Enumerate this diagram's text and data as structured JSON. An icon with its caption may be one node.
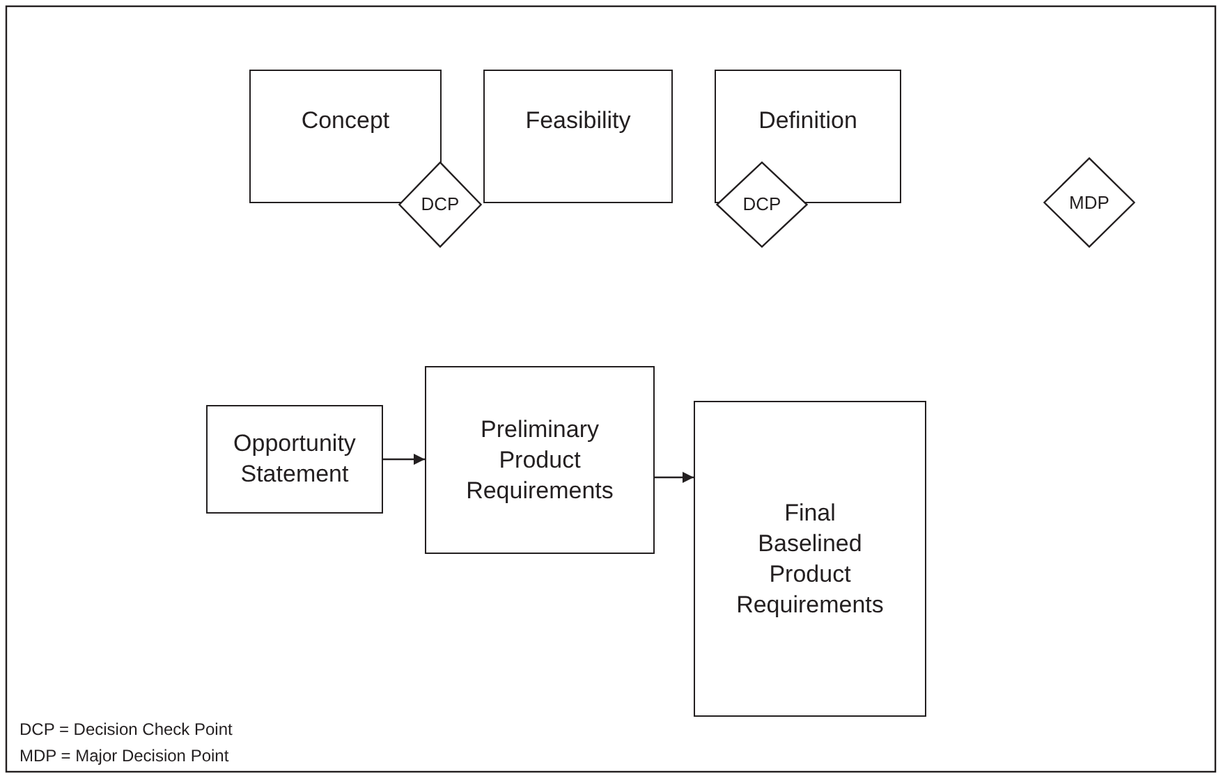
{
  "diagram": {
    "nodes": [
      {
        "text": [
          "Concept"
        ]
      },
      {
        "text": [
          "DCP"
        ]
      },
      {
        "text": [
          "Feasibility"
        ]
      },
      {
        "text": [
          "DCP"
        ]
      },
      {
        "text": [
          "Definition"
        ]
      },
      {
        "text": [
          "MDP"
        ]
      },
      {
        "text": [
          "Opportunity Statement"
        ]
      },
      {
        "text": [
          "Preliminary Product Requirements"
        ]
      },
      {
        "text": [
          "Final Baselined Product Requirements"
        ]
      }
    ],
    "edges": [
      {
        "from": 6,
        "to": 7,
        "arrow": "to"
      },
      {
        "from": 7,
        "to": 8,
        "arrow": "to"
      }
    ],
    "labels": [
      "DCP = Decision Check Point",
      "MDP = Major Decision Point"
    ]
  }
}
